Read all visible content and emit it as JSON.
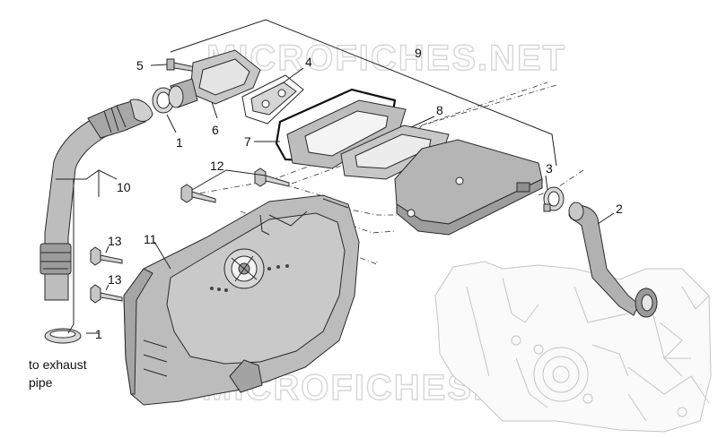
{
  "diagram": {
    "watermark_top": "MICROFICHES.NET",
    "watermark_bottom": "MICROFICHES.NET",
    "note_lines": [
      "to exhaust",
      "pipe"
    ],
    "callouts": {
      "c1a": "1",
      "c1b": "1",
      "c2": "2",
      "c3": "3",
      "c4": "4",
      "c5": "5",
      "c6": "6",
      "c7": "7",
      "c8": "8",
      "c9": "9",
      "c10": "10",
      "c11": "11",
      "c12": "12",
      "c13a": "13",
      "c13b": "13"
    },
    "colors": {
      "part_fill": "#b9b9b9",
      "part_dark": "#8c8c8c",
      "outline": "#2a2a2a",
      "engine_line": "#c4c4c4",
      "watermark": "#d6d6d6"
    }
  }
}
